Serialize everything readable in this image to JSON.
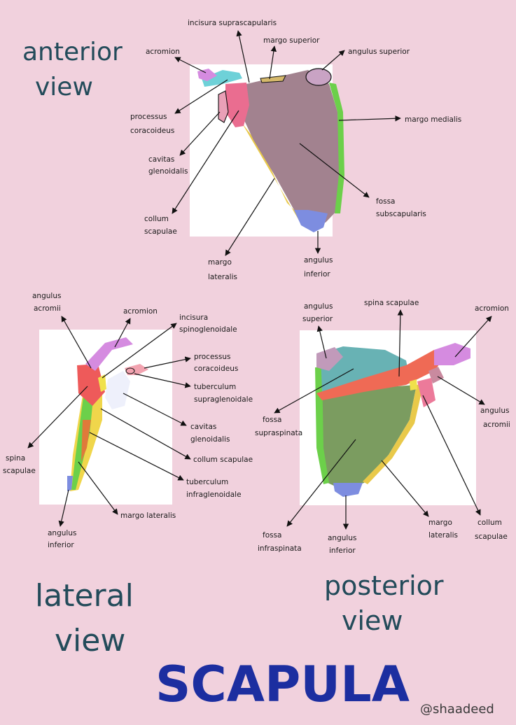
{
  "title": "SCAPULA",
  "handle": "@shaadeed",
  "views": {
    "anterior": {
      "title_lines": [
        "anterior",
        "view"
      ],
      "labels": {
        "incisura": "incisura suprascapularis",
        "margo_superior": "margo superior",
        "acromion": "acromion",
        "angulus_superior": "angulus superior",
        "processus": [
          "processus",
          "coracoideus"
        ],
        "margo_medialis": "margo medialis",
        "cavitas": [
          "cavitas",
          "glenoidalis"
        ],
        "fossa": [
          "fossa",
          "subscapularis"
        ],
        "collum": [
          "collum",
          "scapulae"
        ],
        "margo_lateralis": [
          "margo",
          "lateralis"
        ],
        "angulus_inferior": [
          "angulus",
          "inferior"
        ]
      }
    },
    "lateral": {
      "title_lines": [
        "lateral",
        "view"
      ],
      "labels": {
        "angulus_acromii": [
          "angulus",
          "acromii"
        ],
        "acromion": "acromion",
        "incisura": [
          "incisura",
          "spinoglenoidale"
        ],
        "processus": [
          "processus",
          "coracoideus"
        ],
        "tuberculum_supra": [
          "tuberculum",
          "supraglenoidale"
        ],
        "cavitas": [
          "cavitas",
          "glenoidalis"
        ],
        "spina": [
          "spina",
          "scapulae"
        ],
        "collum": "collum scapulae",
        "tuberculum_infra": [
          "tuberculum",
          "infraglenoidale"
        ],
        "margo_lateralis": "margo lateralis",
        "angulus_inferior": [
          "angulus",
          "inferior"
        ]
      }
    },
    "posterior": {
      "title_lines": [
        "posterior",
        "view"
      ],
      "labels": {
        "angulus_superior": [
          "angulus",
          "superior"
        ],
        "spina": "spina scapulae",
        "acromion": "acromion",
        "fossa_supra": [
          "fossa",
          "supraspinata"
        ],
        "angulus_acromii": [
          "angulus",
          "acromii"
        ],
        "fossa_infra": [
          "fossa",
          "infraspinata"
        ],
        "angulus_inferior": [
          "angulus",
          "inferior"
        ],
        "margo_lateralis": [
          "margo",
          "lateralis"
        ],
        "collum": [
          "collum",
          "scapulae"
        ]
      }
    }
  }
}
